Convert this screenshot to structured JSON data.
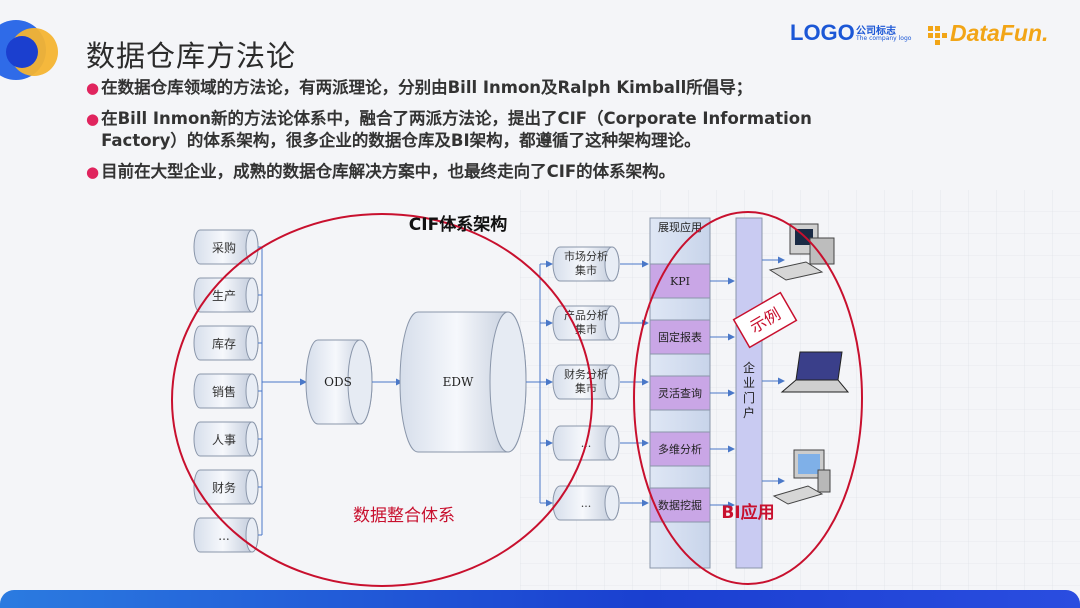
{
  "slide": {
    "title": "数据仓库方法论",
    "logo": {
      "main": "LOGO",
      "cn": "公司标志",
      "en": "The company logo"
    },
    "brand": "DataFun.",
    "bullets": [
      "在数据仓库领域的方法论，有两派理论，分别由Bill Inmon及Ralph Kimball所倡导；",
      "在Bill Inmon新的方法论体系中，融合了两派方法论，提出了CIF（Corporate Information Factory）的体系架构，很多企业的数据仓库及BI架构，都遵循了这种架构理论。",
      "目前在大型企业，成熟的数据仓库解决方案中，也最终走向了CIF的体系架构。"
    ],
    "colors": {
      "accent_red": "#c8102e",
      "bullet_dot": "#e0245e",
      "brand_blue": "#1b57d6",
      "brand_orange": "#f2a516"
    }
  },
  "diagram": {
    "cif_label": "CIF体系架构",
    "integration_label": "数据整合体系",
    "bi_label": "BI应用",
    "sources": [
      "采购",
      "生产",
      "库存",
      "销售",
      "人事",
      "财务",
      "..."
    ],
    "ods": "ODS",
    "edw": "EDW",
    "marts": [
      "市场分析集市",
      "产品分析集市",
      "财务分析集市",
      "...",
      "..."
    ],
    "presentation_header": "展现应用",
    "apps": [
      "KPI",
      "固定报表",
      "灵活查询",
      "多维分析",
      "数据挖掘"
    ],
    "portal": "企业门户",
    "stamp": "示例",
    "clients": [
      "desktop-computer-icon",
      "laptop-icon",
      "monitor-computer-icon"
    ]
  }
}
